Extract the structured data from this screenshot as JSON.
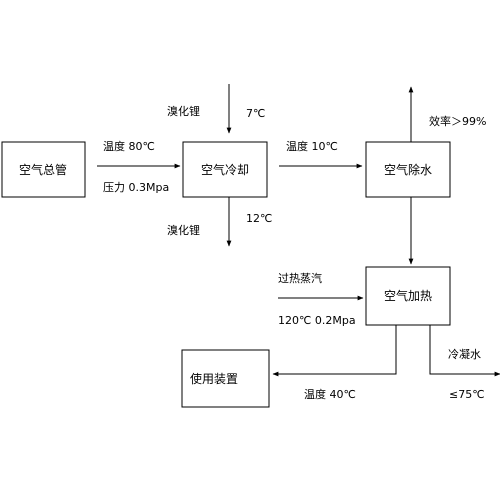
{
  "boxes": {
    "air_main": "空气总管",
    "air_cooling": "空气冷却",
    "air_dewater": "空气除水",
    "air_heating": "空气加热",
    "use_device": "使用装置"
  },
  "labels": {
    "libr_in": "溴化锂",
    "libr_in_temp": "7℃",
    "libr_out": "溴化锂",
    "libr_out_temp": "12℃",
    "temp_80": "温度 80℃",
    "pressure": "压力 0.3Mpa",
    "temp_10": "温度 10℃",
    "efficiency": "效率＞99%",
    "steam": "过热蒸汽",
    "steam_params": "120℃  0.2Mpa",
    "condensate": "冷凝水",
    "condensate_temp": "≤75℃",
    "temp_40": "温度 40℃"
  }
}
